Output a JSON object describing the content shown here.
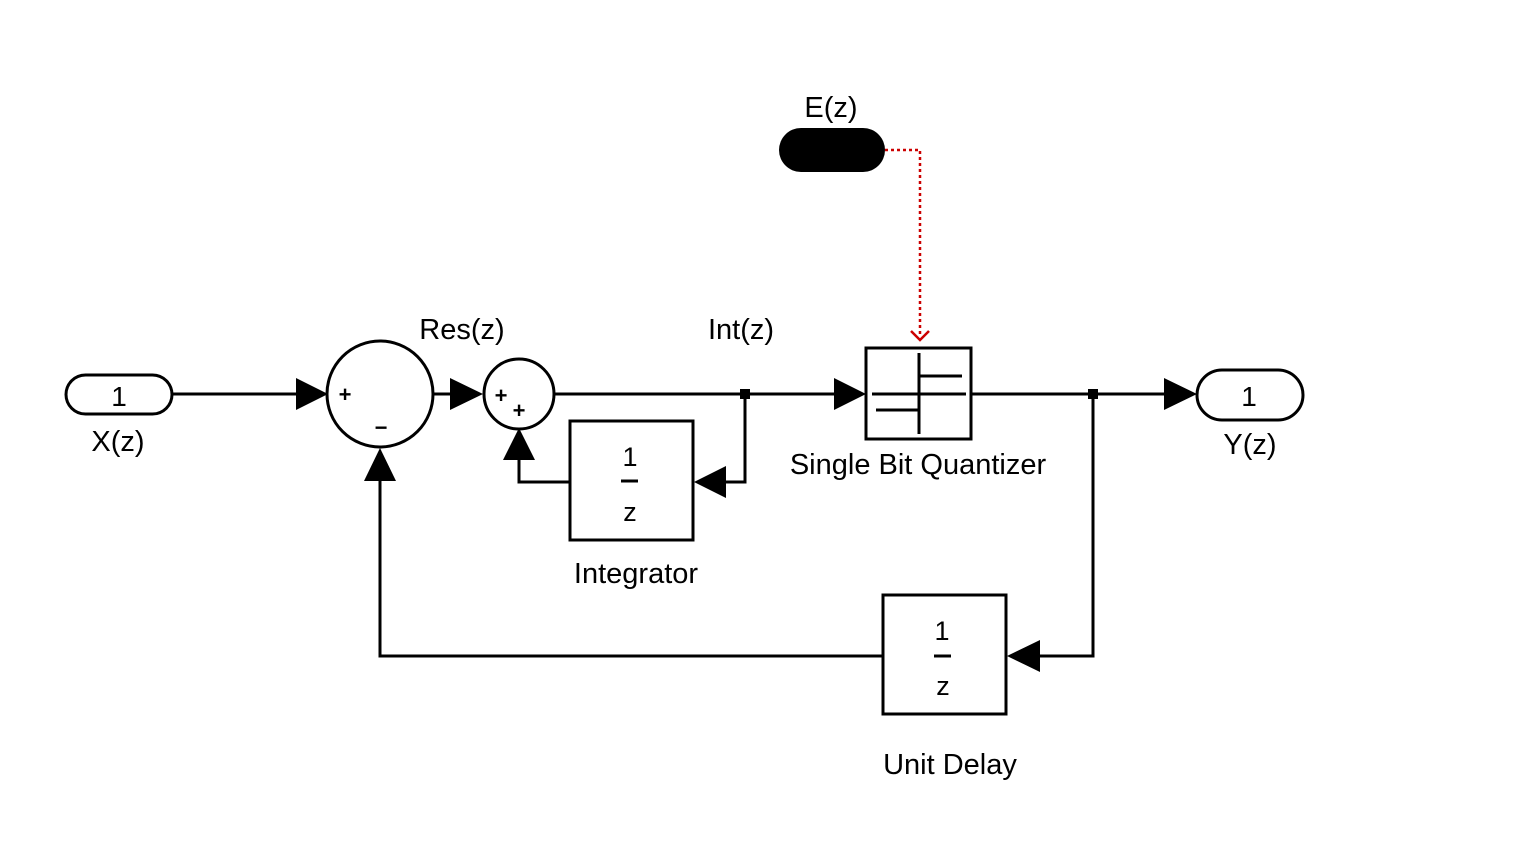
{
  "inport": {
    "number": "1",
    "label": "X(z)"
  },
  "outport": {
    "number": "1",
    "label": "Y(z)"
  },
  "noise_source": {
    "label": "E(z)"
  },
  "signals": {
    "residual": "Res(z)",
    "integrated": "Int(z)"
  },
  "sum1": {
    "sign_top": "+",
    "sign_bottom": "−"
  },
  "sum2": {
    "sign_left": "+",
    "sign_bottom": "+"
  },
  "integrator": {
    "numerator": "1",
    "denominator": "z",
    "label": "Integrator"
  },
  "quantizer": {
    "label": "Single Bit Quantizer"
  },
  "unit_delay": {
    "numerator": "1",
    "denominator": "z",
    "label": "Unit Delay"
  },
  "colors": {
    "wire": "#000000",
    "noise_wire": "#cc0000",
    "noise_source_fill": "#000000"
  }
}
